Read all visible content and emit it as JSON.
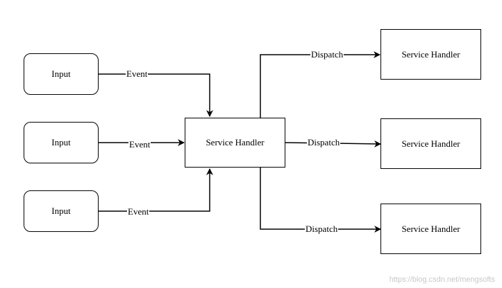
{
  "inputs": [
    {
      "label": "Input",
      "edge_label": "Event"
    },
    {
      "label": "Input",
      "edge_label": "Event"
    },
    {
      "label": "Input",
      "edge_label": "Event"
    }
  ],
  "center": {
    "label": "Service Handler"
  },
  "handlers": [
    {
      "label": "Service Handler",
      "edge_label": "Dispatch"
    },
    {
      "label": "Service Handler",
      "edge_label": "Dispatch"
    },
    {
      "label": "Service Handler",
      "edge_label": "Dispatch"
    }
  ],
  "watermark": "https://blog.csdn.net/mengsofts"
}
